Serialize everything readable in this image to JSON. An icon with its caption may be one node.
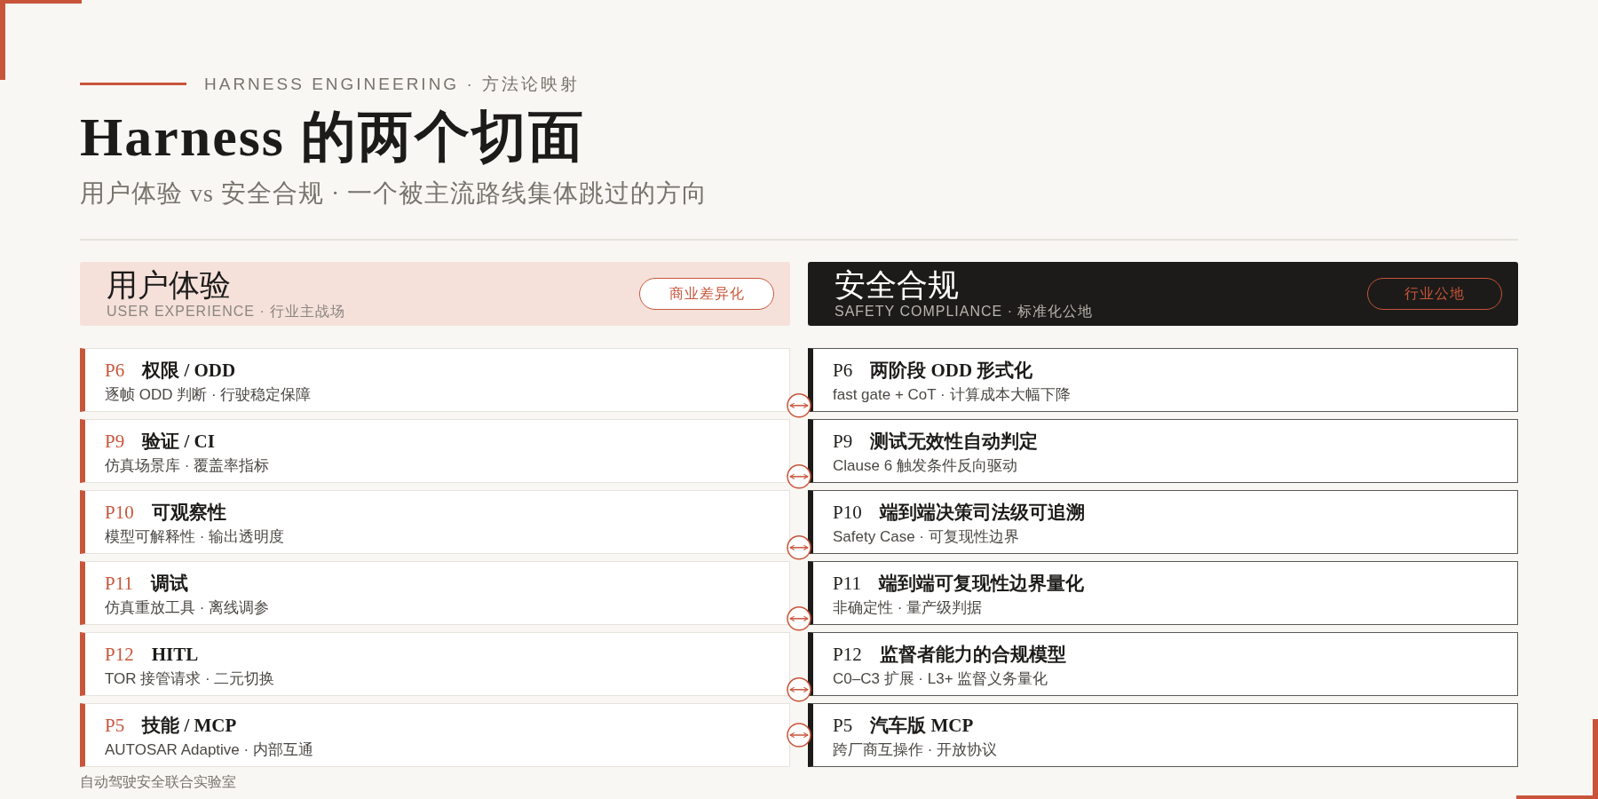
{
  "diagram": {
    "title": "Harness 的两个切面",
    "nodes": [
      {
        "text": [
          "用户体验",
          "USER EXPERIENCE · 行业主战场"
        ]
      },
      {
        "text": [
          "商业差异化"
        ],
        "in": 0
      },
      {
        "text": [
          "安全合规",
          "SAFETY COMPLIANCE · 标准化公地"
        ]
      },
      {
        "text": [
          "行业公地"
        ],
        "in": 2
      },
      {
        "text": [
          "P6",
          "权限 / ODD",
          "逐帧 ODD 判断 · 行驶稳定保障"
        ]
      },
      {
        "text": [
          "P6",
          "两阶段 ODD 形式化",
          "fast gate + CoT · 计算成本大幅下降"
        ]
      },
      {
        "text": [
          "P9",
          "验证 / CI",
          "仿真场景库 · 覆盖率指标"
        ]
      },
      {
        "text": [
          "P9",
          "测试无效性自动判定",
          "Clause 6 触发条件反向驱动"
        ]
      },
      {
        "text": [
          "P10",
          "可观察性",
          "模型可解释性 · 输出透明度"
        ]
      },
      {
        "text": [
          "P10",
          "端到端决策司法级可追溯",
          "Safety Case · 可复现性边界"
        ]
      },
      {
        "text": [
          "P11",
          "调试",
          "仿真重放工具 · 离线调参"
        ]
      },
      {
        "text": [
          "P11",
          "端到端可复现性边界量化",
          "非确定性 · 量产级判据"
        ]
      },
      {
        "text": [
          "P12",
          "HITL",
          "TOR 接管请求 · 二元切换"
        ]
      },
      {
        "text": [
          "P12",
          "监督者能力的合规模型",
          "C0–C3 扩展 · L3+ 监督义务量化"
        ]
      },
      {
        "text": [
          "P5",
          "技能 / MCP",
          "AUTOSAR Adaptive · 内部互通"
        ]
      },
      {
        "text": [
          "P5",
          "汽车版 MCP",
          "跨厂商互操作 · 开放协议"
        ]
      }
    ],
    "edges": [
      {
        "from": 4,
        "to": 5,
        "arrow": "both"
      },
      {
        "from": 6,
        "to": 7,
        "arrow": "both"
      },
      {
        "from": 8,
        "to": 9,
        "arrow": "both"
      },
      {
        "from": 10,
        "to": 11,
        "arrow": "both"
      },
      {
        "from": 12,
        "to": 13,
        "arrow": "both"
      },
      {
        "from": 14,
        "to": 15,
        "arrow": "both"
      }
    ],
    "labels": [
      "HARNESS ENGINEERING · 方法论映射",
      "用户体验 vs 安全合规 · 一个被主流路线集体跳过的方向",
      "自动驾驶安全联合实验室"
    ]
  }
}
